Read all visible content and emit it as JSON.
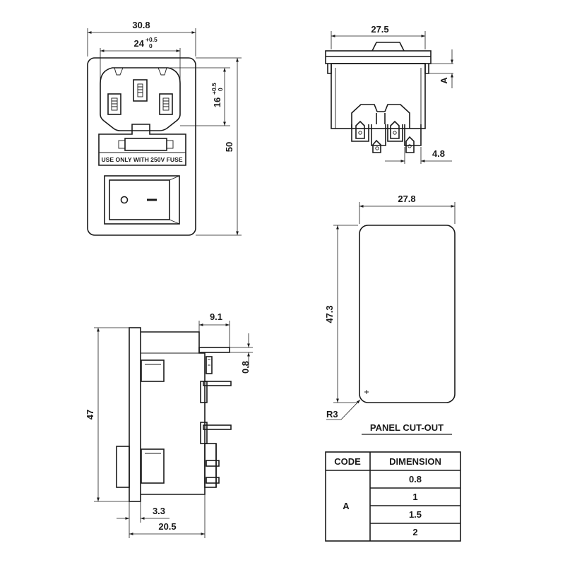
{
  "views": {
    "front": {
      "width": "30.8",
      "inlet_width": "24",
      "inlet_width_tol_upper": "+0.5",
      "inlet_width_tol_lower": "0",
      "inlet_height": "16",
      "inlet_height_tol_upper": "+0.5",
      "inlet_height_tol_lower": "0",
      "height": "50",
      "fuse_text": "USE ONLY WITH 250V FUSE",
      "switch_off_symbol": "o",
      "switch_on_symbol": "-"
    },
    "top": {
      "width": "27.5",
      "dim_a_label": "A",
      "terminal_width": "4.8"
    },
    "side": {
      "terminal_length": "9.1",
      "terminal_thickness": "0.8",
      "height": "47",
      "flange_thickness": "3.3",
      "depth": "20.5"
    },
    "cutout": {
      "width": "27.8",
      "height": "47.3",
      "radius": "R3",
      "title": "PANEL CUT-OUT"
    }
  },
  "table": {
    "header_code": "CODE",
    "header_dimension": "DIMENSION",
    "code": "A",
    "dimensions": [
      "0.8",
      "1",
      "1.5",
      "2"
    ]
  }
}
